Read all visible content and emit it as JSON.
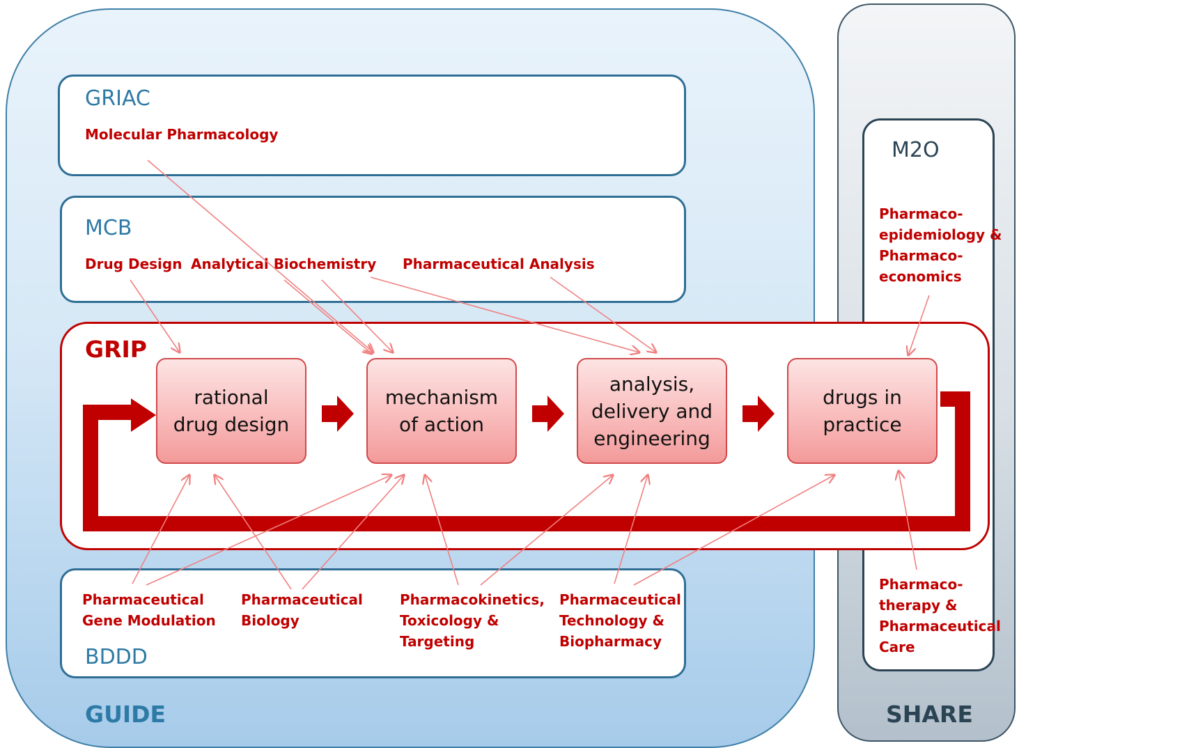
{
  "colors": {
    "guide": "#3f7fa7",
    "share": "#3d5566",
    "grip": "#c00000",
    "department_text": "#c00000",
    "connector": "#f08080"
  },
  "guide": {
    "label": "GUIDE"
  },
  "share": {
    "label": "SHARE"
  },
  "griac": {
    "title": "GRIAC",
    "departments": [
      "Molecular Pharmacology"
    ]
  },
  "mcb": {
    "title": "MCB",
    "departments": [
      "Drug Design",
      "Analytical Biochemistry",
      "Pharmaceutical Analysis"
    ]
  },
  "bddd": {
    "title": "BDDD",
    "departments": [
      "Pharmaceutical\nGene Modulation",
      "Pharmaceutical\nBiology",
      "Pharmacokinetics,\nToxicology &\nTargeting",
      "Pharmaceutical\nTechnology &\nBiopharmacy"
    ]
  },
  "m2o": {
    "title": "M2O",
    "departments": [
      "Pharmaco-\nepidemiology &\nPharmaco-\neconomics",
      "Pharmaco-\ntherapy &\nPharmaceutical\nCare"
    ]
  },
  "grip": {
    "title": "GRIP",
    "stages": [
      "rational\ndrug design",
      "mechanism\nof action",
      "analysis,\ndelivery and\nengineering",
      "drugs in\npractice"
    ]
  }
}
